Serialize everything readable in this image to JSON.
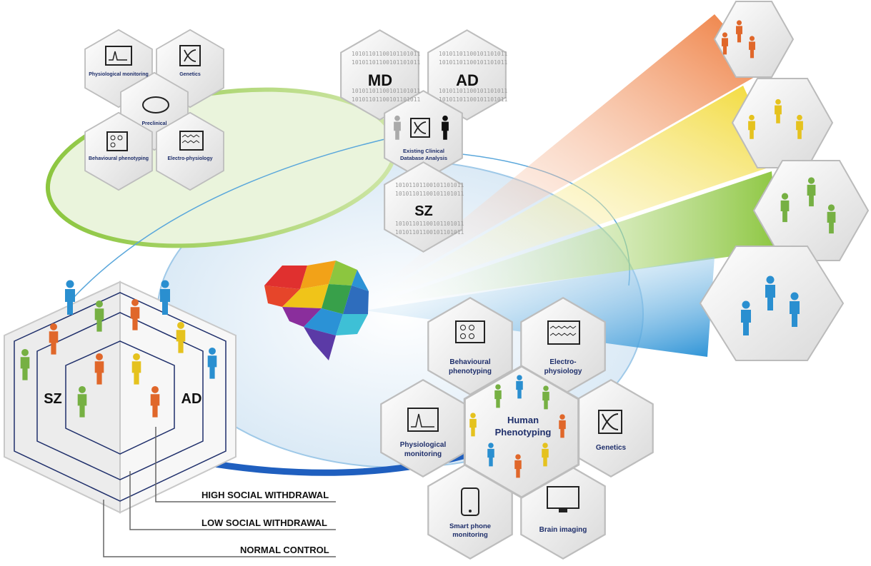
{
  "preclinical": {
    "center": "Preclinical",
    "physiological": "Physiological monitoring",
    "genetics": "Genetics",
    "behavioural": "Behavioural phenotyping",
    "electro": "Electro-physiology"
  },
  "clinical_db": {
    "md": "MD",
    "ad": "AD",
    "sz": "SZ",
    "center_line1": "Existing Clinical",
    "center_line2": "Database Analysis",
    "binary": "10101101100101101011"
  },
  "human": {
    "center_line1": "Human",
    "center_line2": "Phenotyping",
    "behavioural_l1": "Behavioural",
    "behavioural_l2": "phenotyping",
    "electro_l1": "Electro-",
    "electro_l2": "physiology",
    "physio_l1": "Physiological",
    "physio_l2": "monitoring",
    "genetics": "Genetics",
    "smartphone_l1": "Smart phone",
    "smartphone_l2": "monitoring",
    "brain_imaging": "Brain imaging"
  },
  "cohort": {
    "sz": "SZ",
    "ad": "AD",
    "high": "HIGH SOCIAL WITHDRAWAL",
    "low": "LOW SOCIAL WITHDRAWAL",
    "normal": "NORMAL CONTROL"
  },
  "colors": {
    "orange": "#e0672a",
    "yellow": "#e5c21e",
    "green": "#76b043",
    "blue": "#2a8fd0",
    "navy": "#1f2f6b"
  }
}
